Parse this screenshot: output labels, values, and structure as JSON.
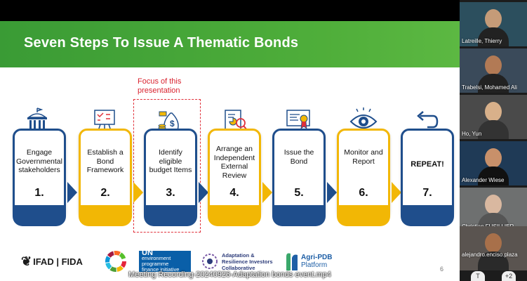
{
  "slide": {
    "title": "Seven Steps To Issue A Thematic Bonds",
    "focus_note": "Focus of this presentation",
    "page_number": "6",
    "steps": [
      {
        "label": "Engage Governmental stakeholders",
        "number": "1.",
        "icon": "government-building-icon"
      },
      {
        "label": "Establish a Bond Framework",
        "number": "2.",
        "icon": "whiteboard-icon"
      },
      {
        "label": "Identify eligible budget Items",
        "number": "3.",
        "icon": "money-bag-icon"
      },
      {
        "label": "Arrange an Independent External Review",
        "number": "4.",
        "icon": "document-review-icon"
      },
      {
        "label": "Issue the Bond",
        "number": "5.",
        "icon": "certificate-icon"
      },
      {
        "label": "Monitor and Report",
        "number": "6.",
        "icon": "eye-icon"
      },
      {
        "label": "REPEAT!",
        "number": "7.",
        "icon": "return-arrow-icon"
      }
    ],
    "logos": {
      "ifad": "IFAD | FIDA",
      "unep_line1": "UN",
      "unep_line2": "environment programme",
      "unep_line3": "finance initiative",
      "aric_line1": "Adaptation &",
      "aric_line2": "Resilience Investors",
      "aric_line3": "Collaborative",
      "agri_line1": "Agri-PDB",
      "agri_line2": "Platform"
    },
    "colors": {
      "green": "#3a9b35",
      "yellow": "#f2b705",
      "blue": "#1f4e8c",
      "red_dashed": "#e0303a"
    }
  },
  "recording_caption": "Meeting Recording-20240926-Adaptation bonds event.mp4",
  "participants": [
    {
      "name": "Latreille, Thierry"
    },
    {
      "name": "Trabelsi, Mohamed Ali"
    },
    {
      "name": "Ho, Yun"
    },
    {
      "name": "Alexander Wiese"
    },
    {
      "name": "Christian FUSILLIER"
    },
    {
      "name": "alejandro.enciso.plaza"
    }
  ]
}
